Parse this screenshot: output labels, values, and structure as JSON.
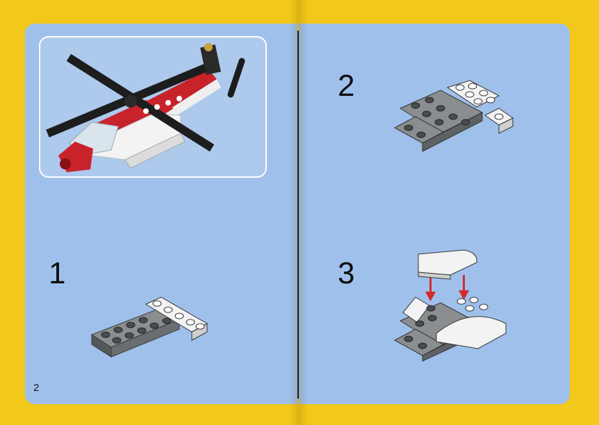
{
  "page_number": "2",
  "steps": [
    {
      "number": "1"
    },
    {
      "number": "2"
    },
    {
      "number": "3"
    }
  ],
  "colors": {
    "cover_yellow": "#f2c81a",
    "page_blue": "#9ec0ea",
    "brick_dark_gray": "#6b6e70",
    "brick_white": "#f3f3f3",
    "brick_red": "#c8232a",
    "brick_black": "#1d1d1d",
    "arrow_red": "#d32a2a"
  },
  "illustrations": {
    "overview": "helicopter-model",
    "step1": "plate-assembly",
    "step2": "plate-assembly",
    "step3": "slope-attach"
  }
}
